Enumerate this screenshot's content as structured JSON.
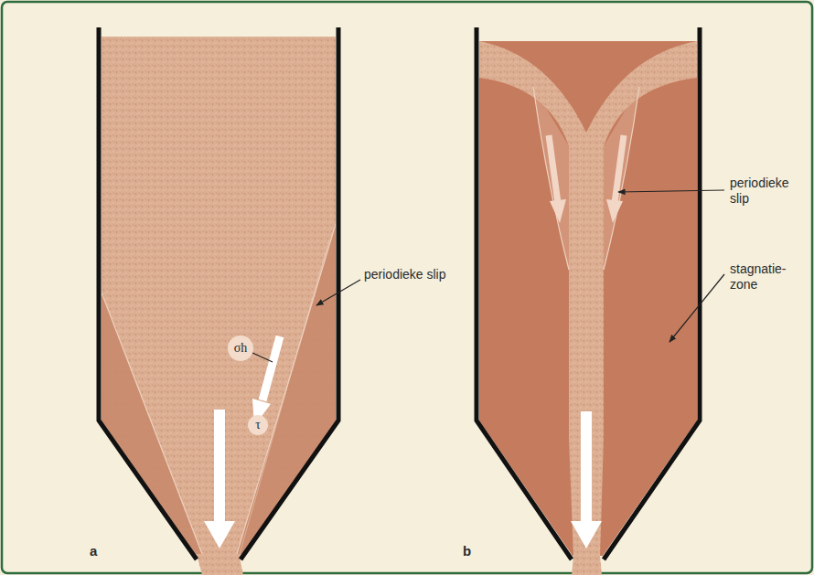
{
  "diagram": {
    "nodes": [
      {
        "text": [
          "σh"
        ]
      },
      {
        "text": [
          "τ"
        ]
      }
    ],
    "labels": [
      "periodieke slip",
      "periodieke slip",
      "stagnatie- zone",
      "a",
      "b"
    ]
  }
}
